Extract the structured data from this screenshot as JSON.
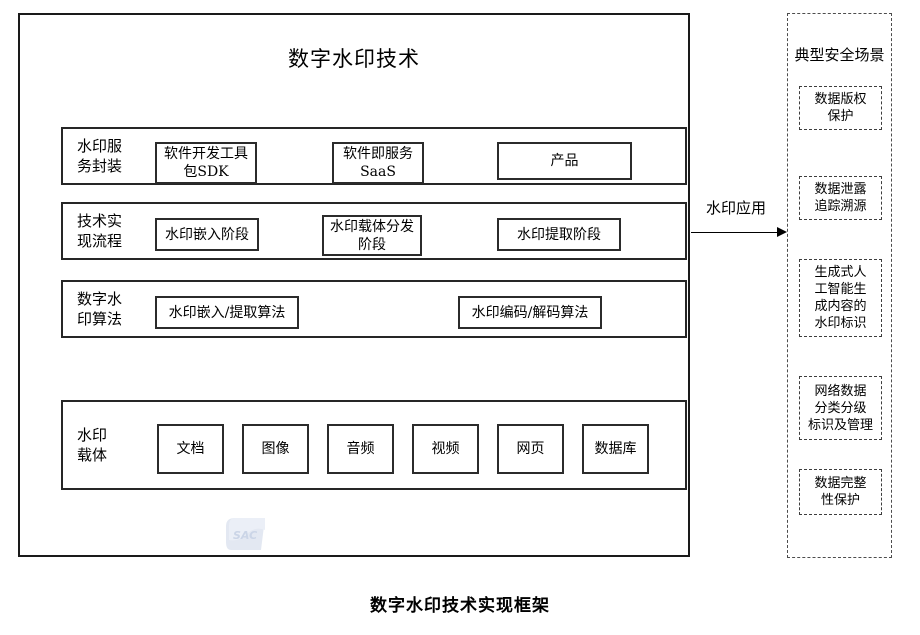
{
  "figure": {
    "caption": "数字水印技术实现框架"
  },
  "main": {
    "title": "数字水印技术",
    "layers": [
      {
        "label": "水印服\n务封装",
        "items": [
          {
            "text": "软件开发工具\n包SDK"
          },
          {
            "text": "软件即服务\nSaaS"
          },
          {
            "text": "产品"
          }
        ]
      },
      {
        "label": "技术实\n现流程",
        "items": [
          {
            "text": "水印嵌入阶段"
          },
          {
            "text": "水印载体分发\n阶段"
          },
          {
            "text": "水印提取阶段"
          }
        ]
      },
      {
        "label": "数字水\n印算法",
        "items": [
          {
            "text": "水印嵌入/提取算法"
          },
          {
            "text": "水印编码/解码算法"
          }
        ]
      },
      {
        "label": "水印\n载体",
        "items": [
          {
            "text": "文档"
          },
          {
            "text": "图像"
          },
          {
            "text": "音频"
          },
          {
            "text": "视频"
          },
          {
            "text": "网页"
          },
          {
            "text": "数据库"
          }
        ]
      }
    ]
  },
  "connector": {
    "label": "水印应用"
  },
  "scenarios": {
    "title": "典型安全场景",
    "items": [
      {
        "text": "数据版权\n保护"
      },
      {
        "text": "数据泄露\n追踪溯源"
      },
      {
        "text": "生成式人\n工智能生\n成内容的\n水印标识"
      },
      {
        "text": "网络数据\n分类分级\n标识及管理"
      },
      {
        "text": "数据完整\n性保护"
      }
    ]
  },
  "watermark": {
    "text": "SAC",
    "color": "#dfe5f0"
  }
}
